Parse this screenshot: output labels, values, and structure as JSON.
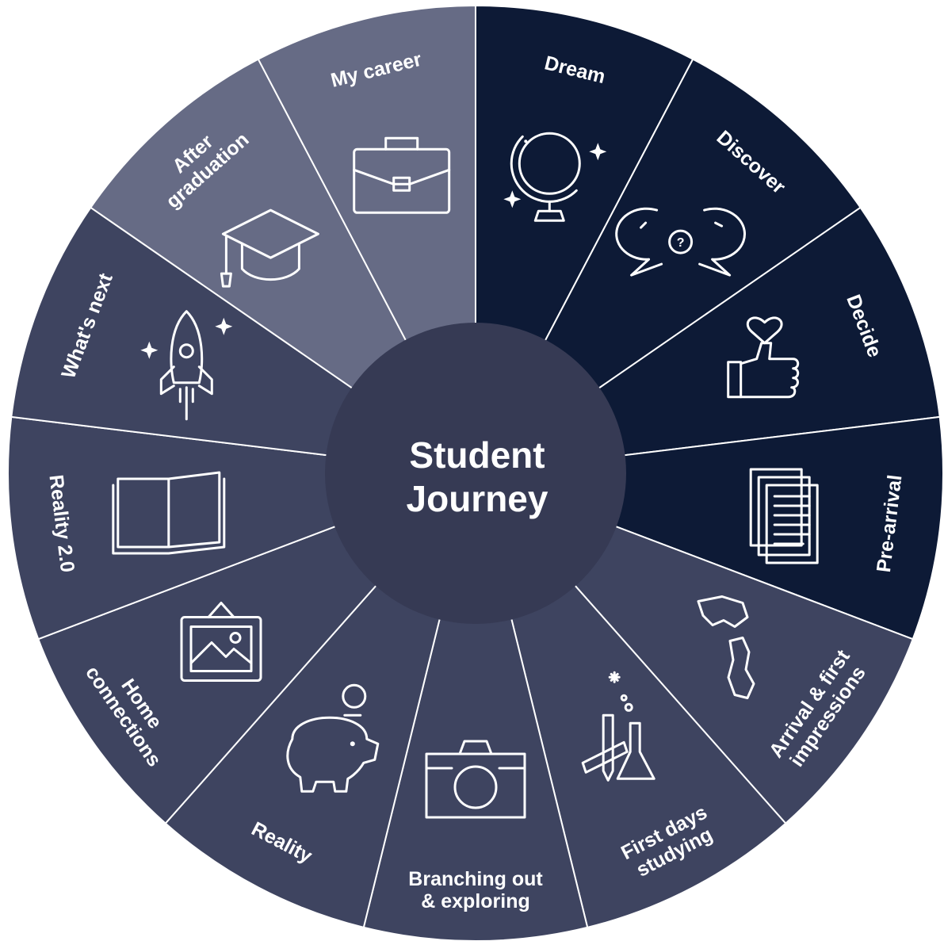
{
  "center": {
    "title_line1": "Student",
    "title_line2": "Journey"
  },
  "segments": [
    {
      "id": "dream",
      "lines": [
        "Dream"
      ],
      "icon": "globe-icon",
      "color": "#0d1a36"
    },
    {
      "id": "discover",
      "lines": [
        "Discover"
      ],
      "icon": "speech-bubbles-icon",
      "color": "#0d1a36"
    },
    {
      "id": "decide",
      "lines": [
        "Decide"
      ],
      "icon": "thumbs-up-heart-icon",
      "color": "#0d1a36"
    },
    {
      "id": "pre-arrival",
      "lines": [
        "Pre-arrival"
      ],
      "icon": "documents-icon",
      "color": "#0d1a36"
    },
    {
      "id": "arrival",
      "lines": [
        "Arrival & first",
        "impressions"
      ],
      "icon": "map-icon",
      "color": "#3e4460"
    },
    {
      "id": "first-days",
      "lines": [
        "First days",
        "studying"
      ],
      "icon": "pencil-flask-icon",
      "color": "#3e4460"
    },
    {
      "id": "branching",
      "lines": [
        "Branching out",
        "& exploring"
      ],
      "icon": "camera-icon",
      "color": "#3e4460"
    },
    {
      "id": "reality",
      "lines": [
        "Reality"
      ],
      "icon": "piggy-bank-icon",
      "color": "#3e4460"
    },
    {
      "id": "home",
      "lines": [
        "Home",
        "connections"
      ],
      "icon": "picture-frame-icon",
      "color": "#3e4460"
    },
    {
      "id": "reality2",
      "lines": [
        "Reality 2.0"
      ],
      "icon": "open-book-icon",
      "color": "#3e4460"
    },
    {
      "id": "whats-next",
      "lines": [
        "What's next"
      ],
      "icon": "rocket-icon",
      "color": "#3e4460"
    },
    {
      "id": "after-graduation",
      "lines": [
        "After",
        "graduation"
      ],
      "icon": "graduation-cap-icon",
      "color": "#666b85"
    },
    {
      "id": "my-career",
      "lines": [
        "My career"
      ],
      "icon": "briefcase-icon",
      "color": "#666b85"
    }
  ],
  "colors": {
    "center_circle": "#363a54",
    "divider": "#ffffff"
  }
}
